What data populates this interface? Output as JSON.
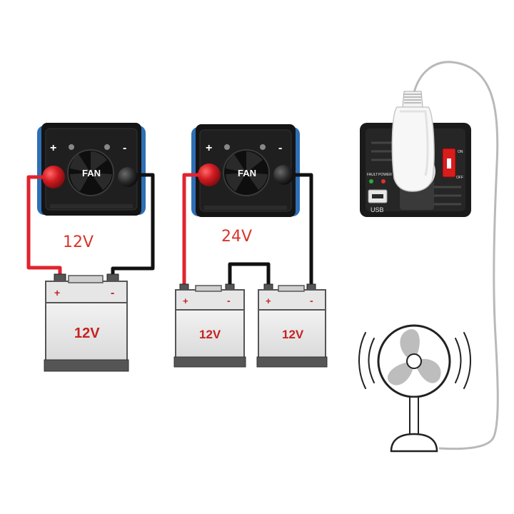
{
  "inverters": [
    {
      "fan_label": "FAN",
      "plus": "+",
      "minus": "-"
    },
    {
      "fan_label": "FAN",
      "plus": "+",
      "minus": "-"
    }
  ],
  "config_labels": {
    "single": "12V",
    "series": "24V"
  },
  "batteries": [
    {
      "label": "12V",
      "plus": "+",
      "minus": "-"
    },
    {
      "label": "12V",
      "plus": "+",
      "minus": "-"
    },
    {
      "label": "12V",
      "plus": "+",
      "minus": "-"
    }
  ],
  "front_panel": {
    "fault": "FAULT",
    "power": "POWER",
    "usb": "USB",
    "on": "ON",
    "off": "OFF"
  },
  "colors": {
    "positive_wire": "#e0242e",
    "negative_wire": "#111111",
    "voltage_text": "#d8352a",
    "battery_text": "#c62222"
  }
}
